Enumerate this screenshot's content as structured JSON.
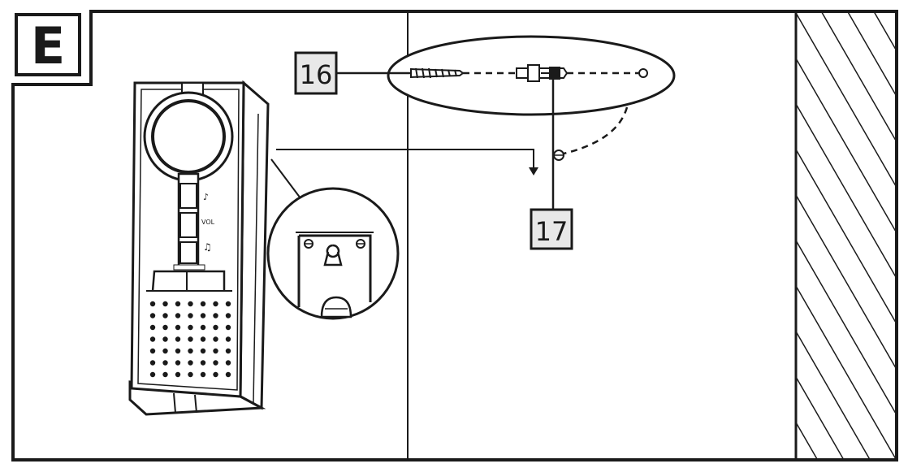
{
  "panel": {
    "letter": "E"
  },
  "callouts": [
    {
      "number": "16",
      "part": "screw"
    },
    {
      "number": "17",
      "part": "wall-plug"
    }
  ],
  "device_icons": [
    "bell-note-icon",
    "volume-icon",
    "melody-note-icon"
  ],
  "device_text": {
    "vol": "VOL"
  },
  "colors": {
    "line": "#1a1a1a",
    "label_fill": "#e8e8e8",
    "background": "#ffffff"
  }
}
